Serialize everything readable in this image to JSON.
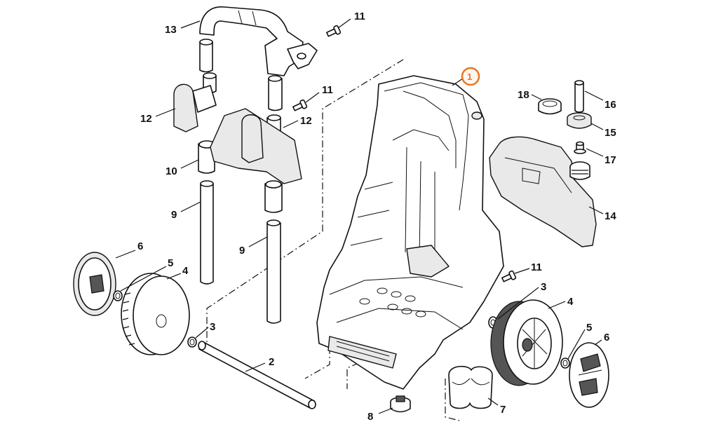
{
  "diagram": {
    "labels": [
      "13",
      "11",
      "1",
      "11",
      "12",
      "12",
      "18",
      "16",
      "15",
      "17",
      "10",
      "14",
      "9",
      "9",
      "6",
      "5",
      "4",
      "11",
      "3",
      "4",
      "3",
      "5",
      "6",
      "2",
      "7",
      "8"
    ],
    "highlight_color": "#e87722",
    "ink_color": "#111111"
  }
}
